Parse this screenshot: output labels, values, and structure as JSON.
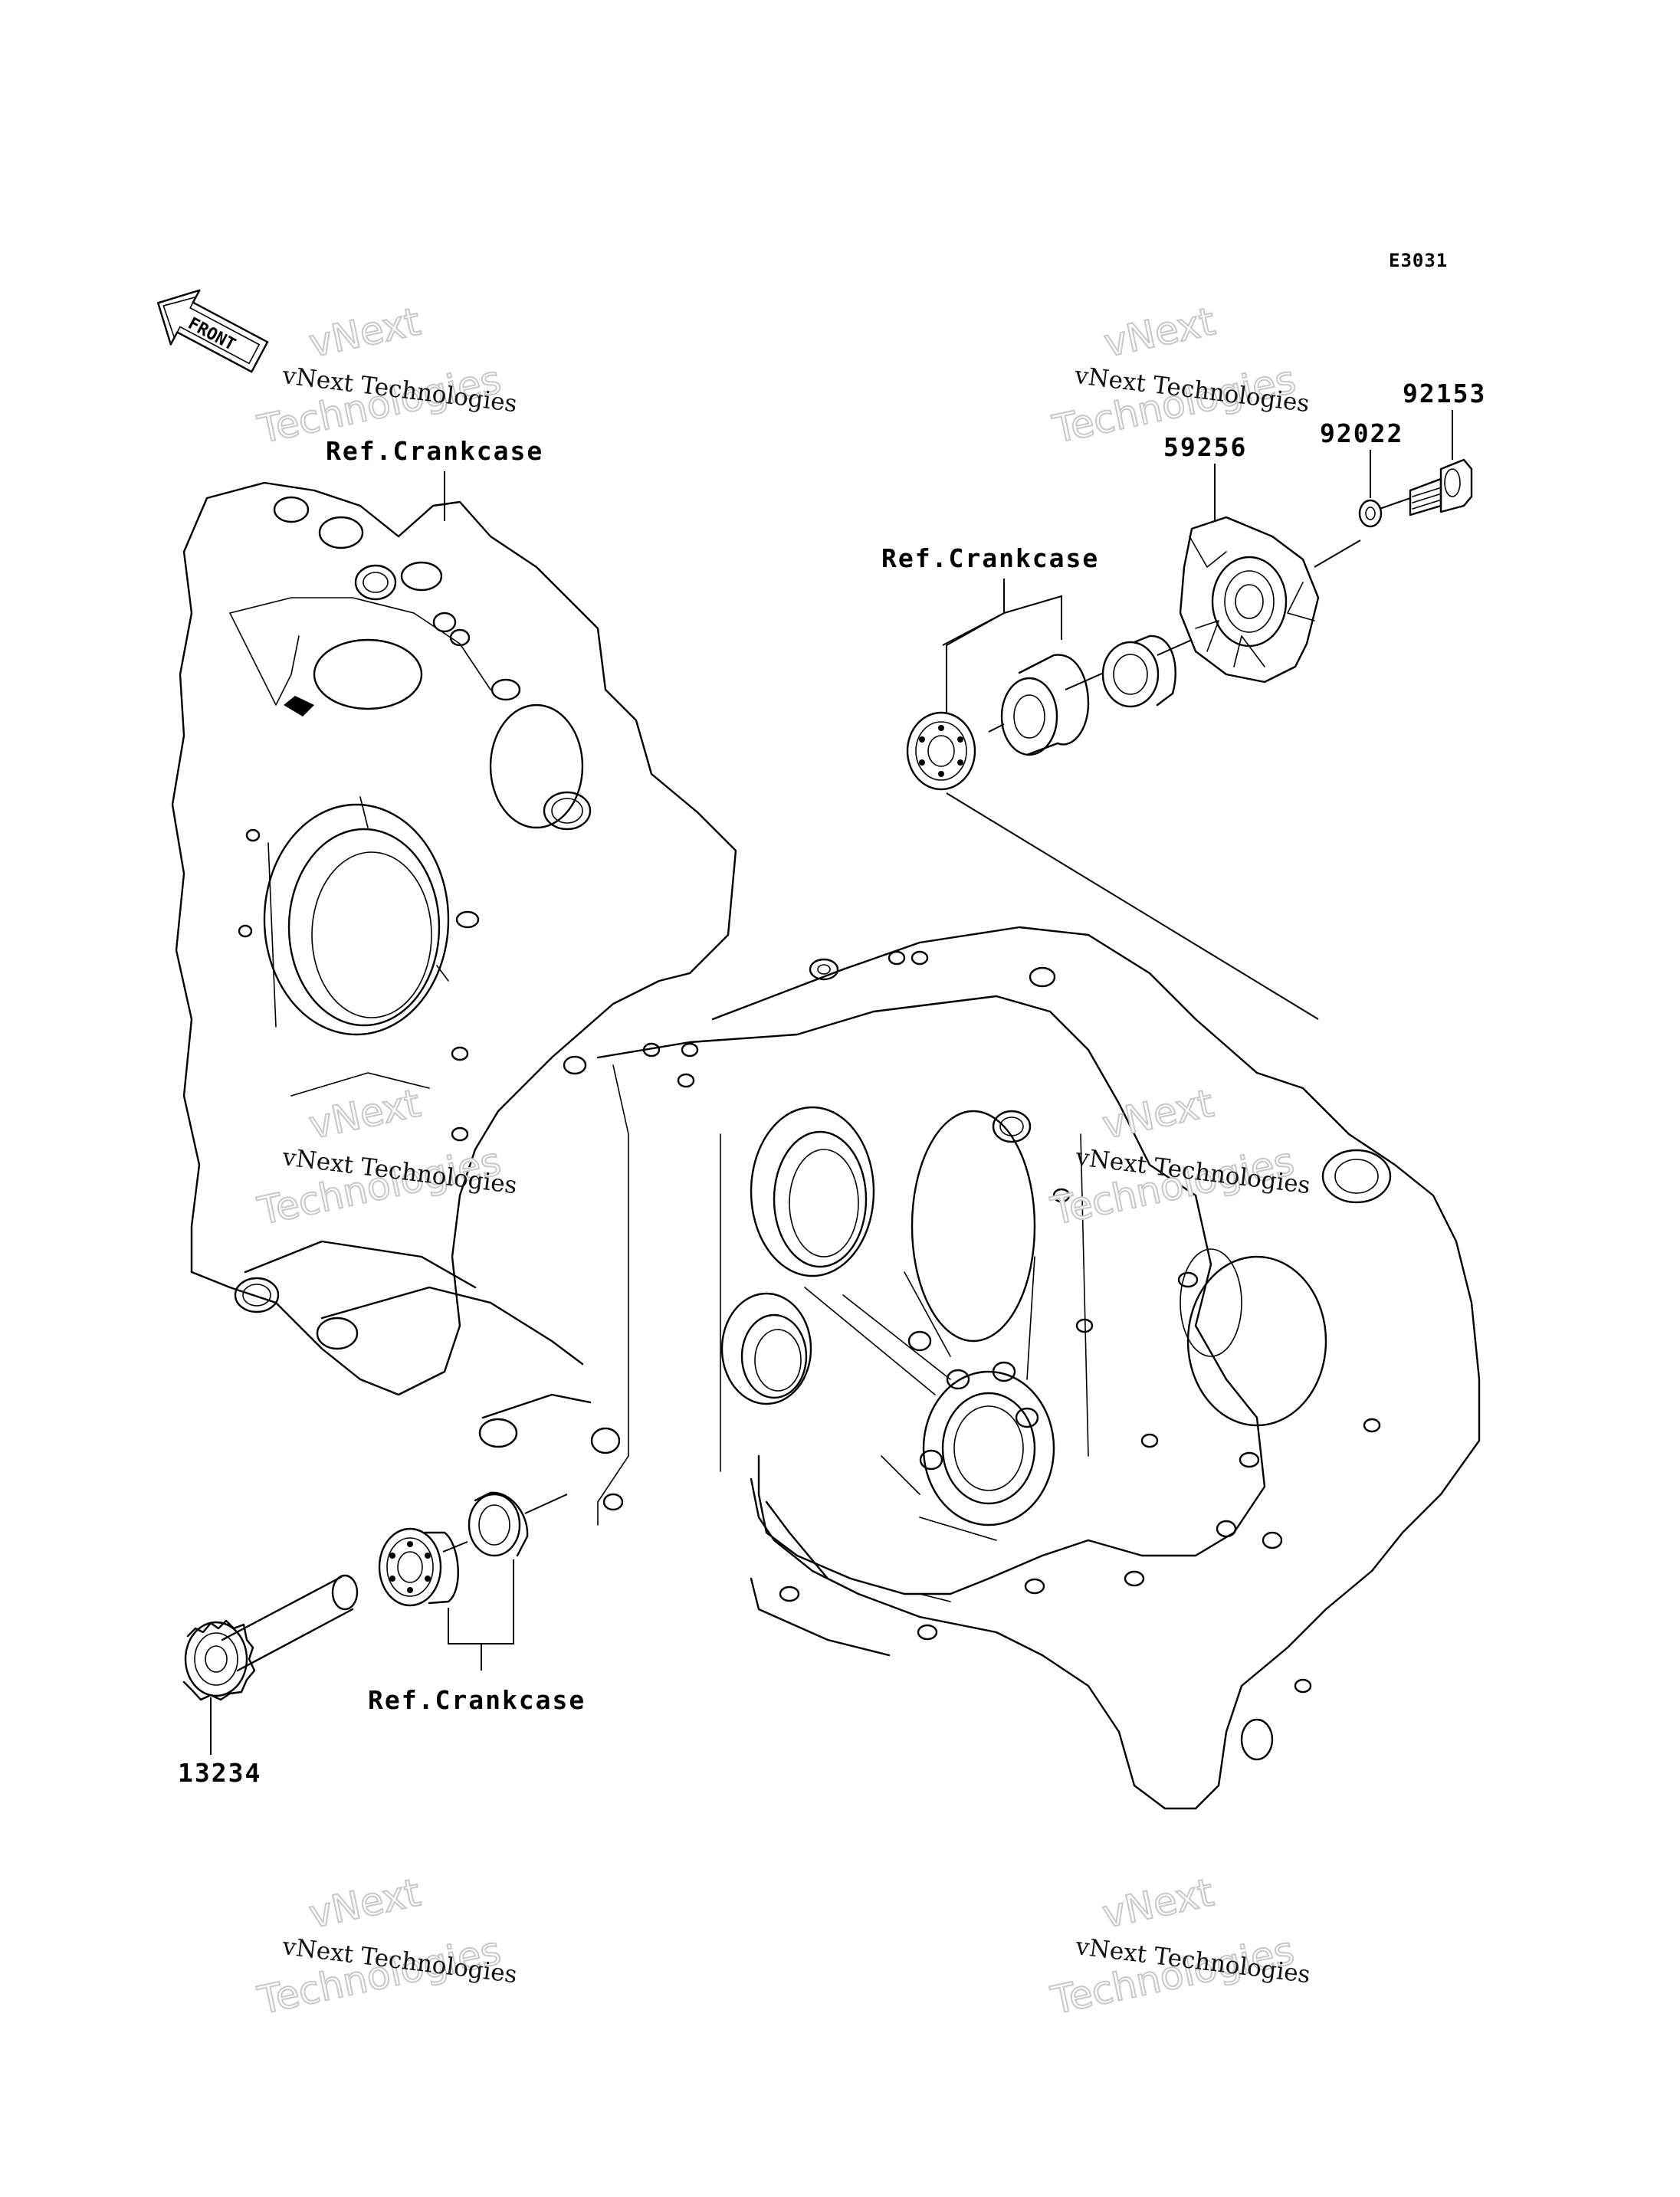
{
  "diagram": {
    "code": "E3031",
    "front_label": "FRONT",
    "labels": {
      "ref_crankcase_top_left": "Ref.Crankcase",
      "ref_crankcase_top_right": "Ref.Crankcase",
      "ref_crankcase_bottom": "Ref.Crankcase",
      "part_59256": "59256",
      "part_92022": "92022",
      "part_92153": "92153",
      "part_13234": "13234"
    },
    "watermark": {
      "line1": "vNext Technologies",
      "line2": "Technologies",
      "line3": "vNext"
    }
  }
}
